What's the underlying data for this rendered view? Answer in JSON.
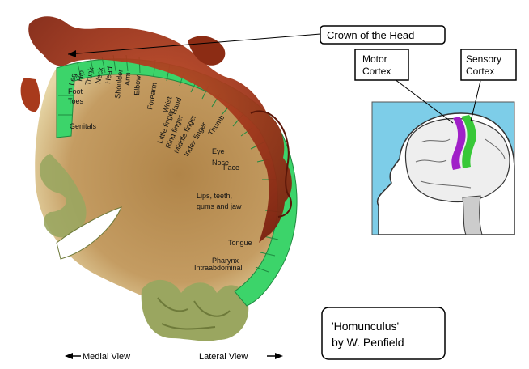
{
  "callouts": {
    "crown": "Crown of the Head",
    "motor_line1": "Motor",
    "motor_line2": "Cortex",
    "sensory_line1": "Sensory",
    "sensory_line2": "Cortex"
  },
  "caption": {
    "line1": "'Homunculus'",
    "line2": "by W. Penfield"
  },
  "views": {
    "medial": "Medial View",
    "lateral": "Lateral View"
  },
  "body_parts": {
    "leg": "Leg",
    "hip": "Hip",
    "trunk": "Trunk",
    "neck": "Neck",
    "head": "Head",
    "shoulder": "Shoulder",
    "arm": "Arm",
    "elbow": "Elbow",
    "forearm": "Forearm",
    "wrist": "Wrist",
    "hand": "Hand",
    "little_finger": "Little finger",
    "ring_finger": "Ring finger",
    "middle_finger": "Middle finger",
    "index_finger": "Index finger",
    "thumb": "Thumb",
    "foot": "Foot",
    "toes": "Toes",
    "genitals": "Genitals",
    "eye": "Eye",
    "nose": "Nose",
    "face": "Face",
    "lips1": "Lips, teeth,",
    "lips2": "gums and jaw",
    "tongue": "Tongue",
    "pharynx": "Pharynx",
    "intra": "Intraabdominal"
  },
  "colors": {
    "cortex_band": "#3cd46a",
    "brain_tan": "#b88e52",
    "homunculus_red": "#a0341a",
    "gyri_olive": "#9aa660",
    "inset_bg": "#7dcde8",
    "motor_purple": "#a020c8",
    "sensory_green": "#38c838"
  }
}
